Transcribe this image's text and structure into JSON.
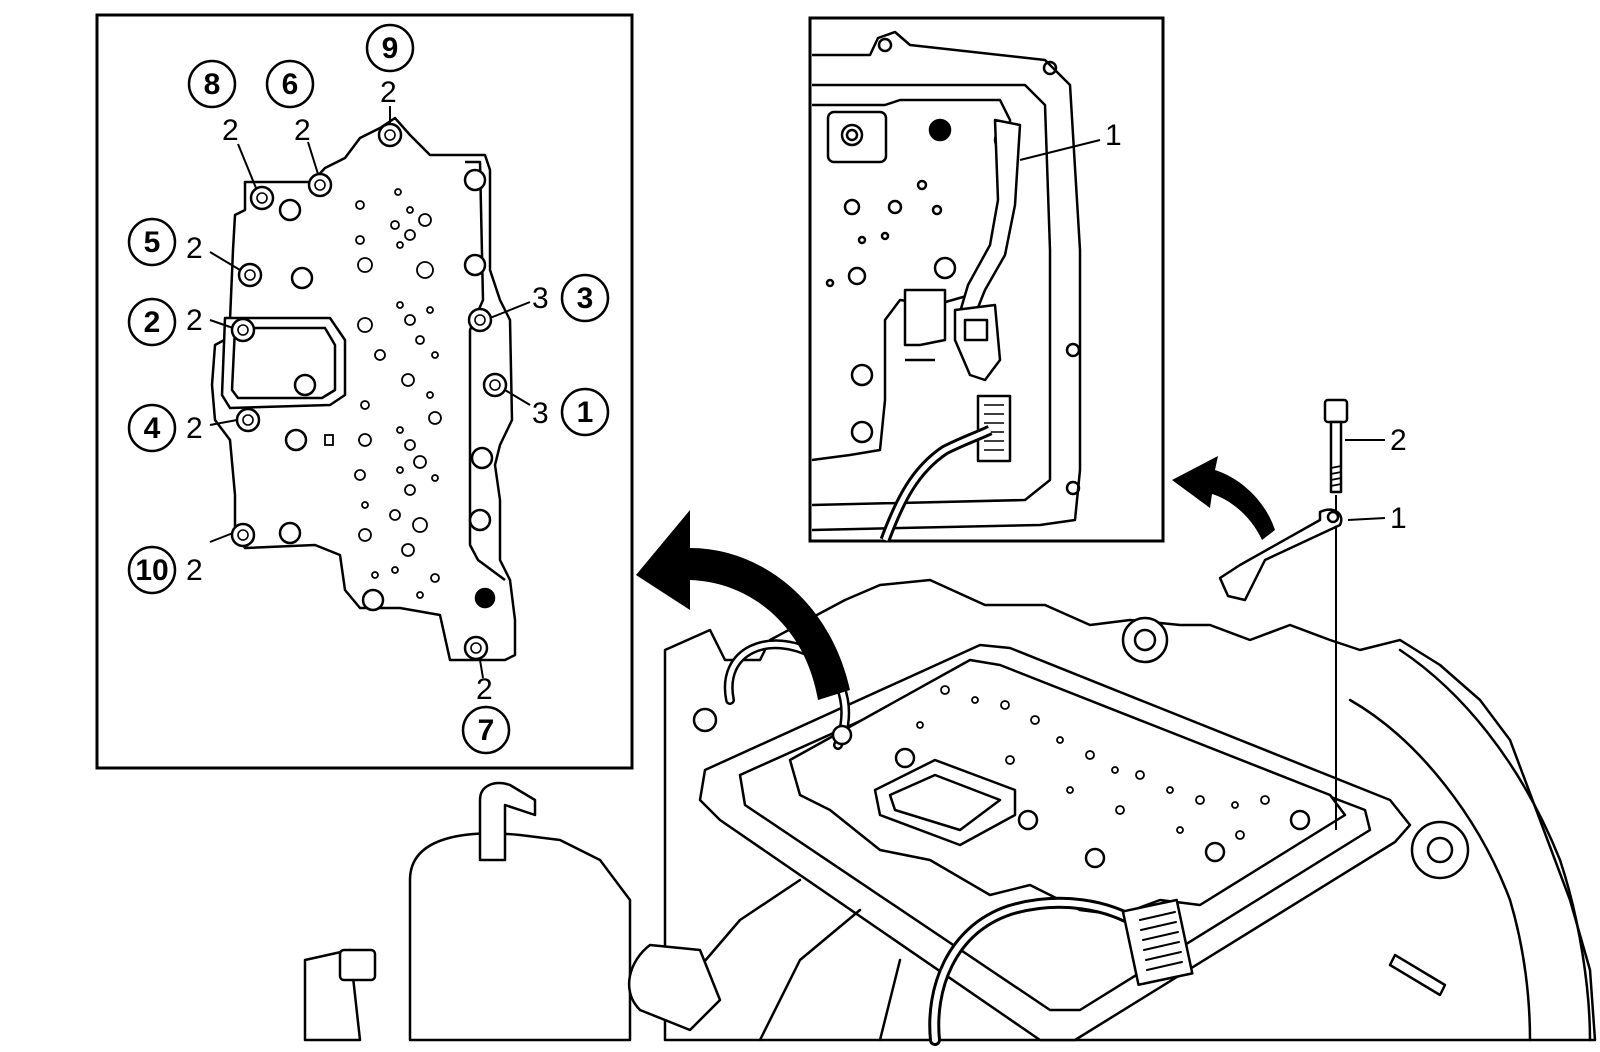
{
  "left_inset": {
    "sequence_callouts": [
      {
        "id": "seq-1",
        "number": "1",
        "part": "3"
      },
      {
        "id": "seq-2",
        "number": "2",
        "part": "2"
      },
      {
        "id": "seq-3",
        "number": "3",
        "part": "3"
      },
      {
        "id": "seq-4",
        "number": "4",
        "part": "2"
      },
      {
        "id": "seq-5",
        "number": "5",
        "part": "2"
      },
      {
        "id": "seq-6",
        "number": "6",
        "part": "2"
      },
      {
        "id": "seq-7",
        "number": "7",
        "part": "2"
      },
      {
        "id": "seq-8",
        "number": "8",
        "part": "2"
      },
      {
        "id": "seq-9",
        "number": "9",
        "part": "2"
      },
      {
        "id": "seq-10",
        "number": "10",
        "part": "2"
      }
    ]
  },
  "right_inset": {
    "part_label": "1"
  },
  "main_view": {
    "bolt_label": "2",
    "bracket_label": "1"
  }
}
